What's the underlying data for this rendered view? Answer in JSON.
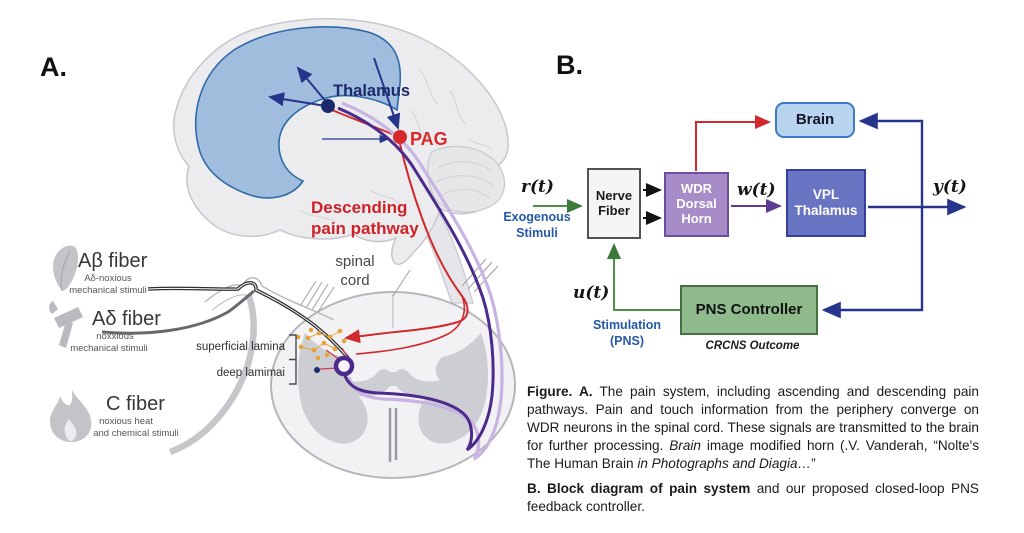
{
  "panel_a": {
    "label": "A.",
    "thalamus_label": "Thalamus",
    "pag_label": "PAG",
    "descending_line1": "Descending",
    "descending_line2": "pain pathway",
    "spinal_line1": "spinal",
    "spinal_line2": "cord",
    "superficial_lamina_label": "superficial lamina",
    "deep_lamina_label": "deep lamimai",
    "fibers": [
      {
        "name": "Aβ fiber",
        "desc_line1": "Aδ-noxious",
        "desc_line2": "mechanical stimuli",
        "icon": "feather-icon"
      },
      {
        "name": "Aδ fiber",
        "desc_line1": "noxxious",
        "desc_line2": "mechanical stimuli",
        "icon": "hammer-icon"
      },
      {
        "name": "C fiber",
        "desc_line1": "noxious heat",
        "desc_line2": "and chemical stimuli",
        "icon": "flame-icon"
      }
    ]
  },
  "panel_b": {
    "label": "B.",
    "boxes": {
      "nerve_fiber": "Nerve Fiber",
      "wdr": "WDR Dorsal Horn",
      "vpl": "VPL Thalamus",
      "brain": "Brain",
      "pns": "PNS Controller"
    },
    "signals": {
      "r": "r(t)",
      "w": "w(t)",
      "u": "u(t)",
      "y": "y(t)"
    },
    "exogenous_label": "Exogenous Stimuli",
    "stimulation_label": "Stimulation (PNS)",
    "crcns_label": "CRCNS Outcome"
  },
  "caption": {
    "p1_bold": "Figure. A.",
    "p1_text1": " The pain system, including ascending and descending pain pathways. Pain and touch information from the periphery converge on WDR neurons in the spinal cord. These signals are transmitted to the brain for further processing. ",
    "p1_italic1": "Brain",
    "p1_text2": " image modified horn (.V. Vanderah, “Nolte's The Human Brain ",
    "p1_italic2": "in Photographs and Diagia…",
    "p1_text3": "”",
    "p2_bold": "B. Block diagram of pain system",
    "p2_text1": " and our proposed closed-loop PNS feedback controller."
  },
  "colors": {
    "red_pathway": "#d0282c",
    "navy_line": "#27348b",
    "green_line": "#4f8f4a",
    "purple_line": "#5c3b94",
    "blue_text": "#2458a8",
    "thalamus_navy": "#1b2a6b",
    "brain_box_fill": "#b8d4ee",
    "brain_box_border": "#3e79c4",
    "wdr_fill": "#a78cc8",
    "wdr_border": "#6a4fa2",
    "vpl_fill": "#6974c2",
    "vpl_border": "#333f9b",
    "pns_fill": "#8fba8b",
    "pns_border": "#44713f",
    "nerve_fill": "#f5f5f6",
    "nerve_border": "#515156",
    "orange_cluster": "#e8a23c"
  }
}
